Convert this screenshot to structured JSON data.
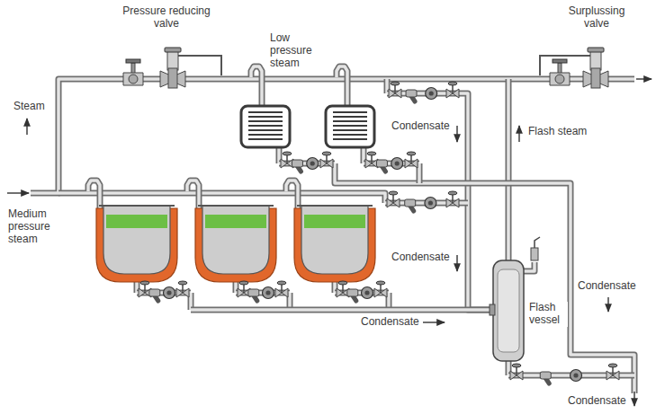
{
  "diagram": {
    "labels": [
      "Pressure reducing valve",
      "Low pressure steam",
      "Surplussing valve",
      "Steam",
      "Condensate",
      "Flash steam",
      "Medium pressure steam",
      "Condensate",
      "Condensate",
      "Flash vessel",
      "Condensate",
      "Condensate"
    ]
  }
}
